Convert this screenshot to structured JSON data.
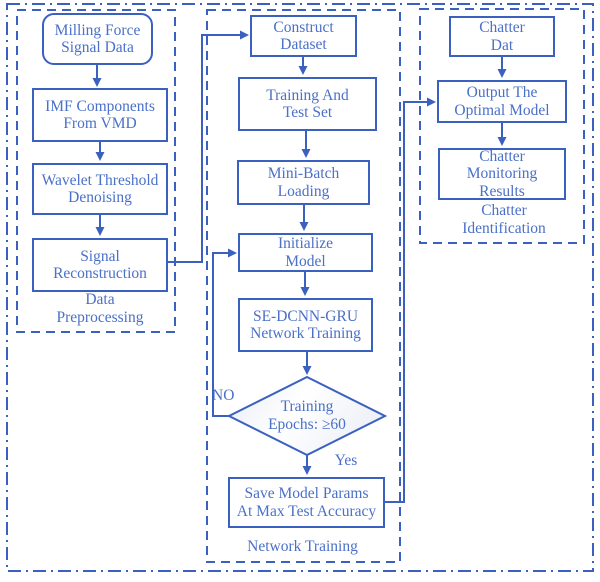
{
  "colors": {
    "line": "#3a60c0",
    "text": "#4a70c8",
    "diamond_fill_edge": "#e7ebf3",
    "diamond_fill_center": "#ffffff",
    "background": "#ffffff"
  },
  "groups": {
    "preprocessing_label": "Data\nPreprocessing",
    "training_label": "Network Training",
    "identification_label": "Chatter\nIdentification"
  },
  "nodes": {
    "milling_force": "Milling Force\nSignal Data",
    "imf_components": "IMF Components\nFrom VMD",
    "wavelet_denoising": "Wavelet Threshold\nDenoising",
    "signal_reconstruction": "Signal\nReconstruction",
    "construct_dataset": "Construct\nDataset",
    "training_test_set": "Training And\nTest Set",
    "mini_batch": "Mini-Batch\nLoading",
    "initialize_model": "Initialize\nModel",
    "se_dcnn_gru": "SE-DCNN-GRU\nNetwork Training",
    "decision": "Training\nEpochs: ≥60",
    "save_params": "Save Model Params\nAt Max Test Accuracy",
    "chatter_dat": "Chatter\nDat",
    "output_model": "Output The\nOptimal Model",
    "monitoring_results": "Chatter\nMonitoring\nResults"
  },
  "edge_labels": {
    "no": "NO",
    "yes": "Yes"
  }
}
